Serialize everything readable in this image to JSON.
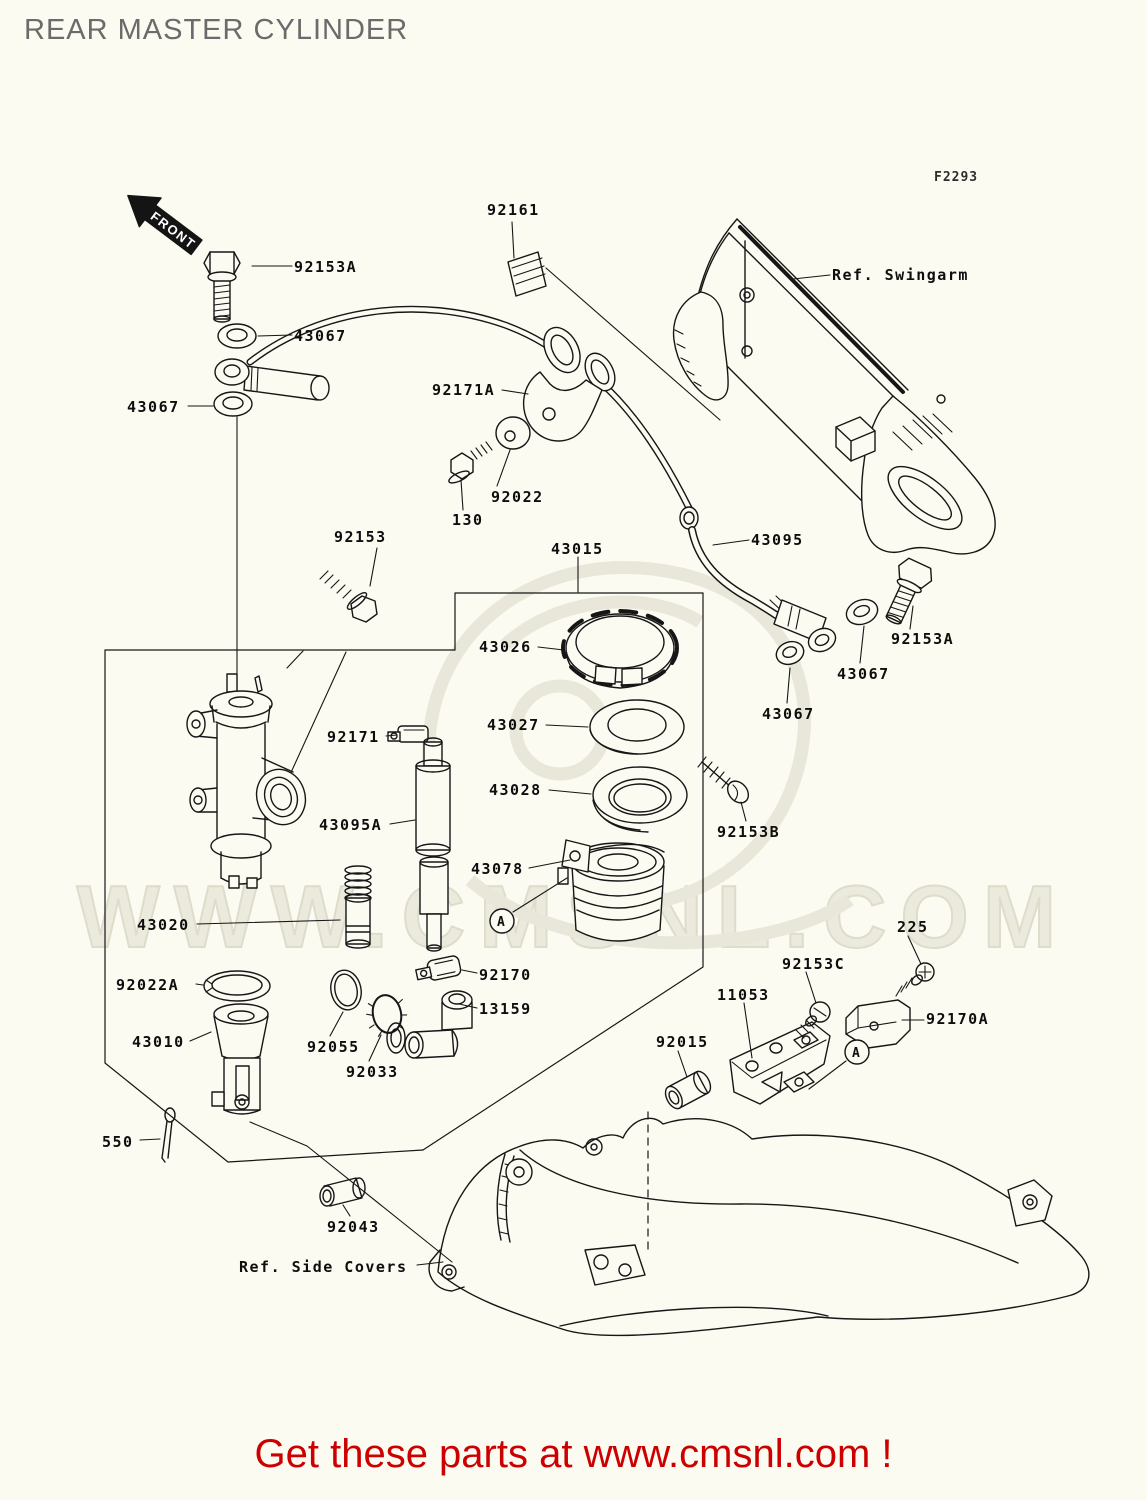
{
  "page": {
    "title": "REAR MASTER CYLINDER",
    "figure_code": "F2293",
    "front_label": "FRONT",
    "watermark": "WWW.CMSNL.COM",
    "banner": "Get these parts at www.cmsnl.com !",
    "colors": {
      "background": "#fbfbf2",
      "line": "#161616",
      "title_gray": "#6b6b6b",
      "banner_red": "#cc0000",
      "watermark_gray": "#eceadd"
    }
  },
  "refs": {
    "swingarm": "Ref. Swingarm",
    "side_covers": "Ref. Side Covers"
  },
  "detail_marker": "A",
  "parts": {
    "130": "130",
    "225": "225",
    "550": "550",
    "11053": "11053",
    "13159": "13159",
    "43010": "43010",
    "43015": "43015",
    "43020": "43020",
    "43026": "43026",
    "43027": "43027",
    "43028": "43028",
    "43067": "43067",
    "43078": "43078",
    "43095": "43095",
    "43095A": "43095A",
    "92015": "92015",
    "92022": "92022",
    "92022A": "92022A",
    "92033": "92033",
    "92043": "92043",
    "92055": "92055",
    "92153": "92153",
    "92153A": "92153A",
    "92153B": "92153B",
    "92153C": "92153C",
    "92161": "92161",
    "92170": "92170",
    "92170A": "92170A",
    "92171": "92171",
    "92171A": "92171A"
  }
}
